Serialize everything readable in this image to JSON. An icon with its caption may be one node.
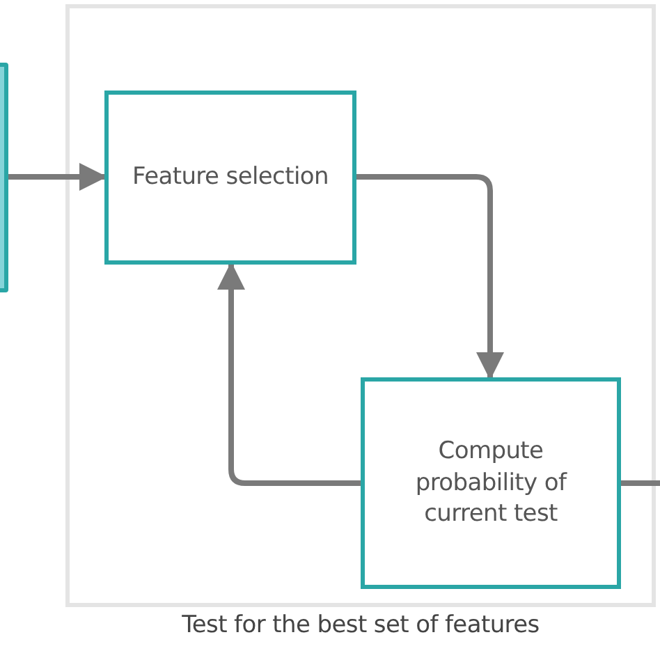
{
  "diagram": {
    "nodes": [
      {
        "text": [
          "Test for the best set of features"
        ]
      },
      {
        "text": [],
        "shape": "box"
      },
      {
        "text": [
          "Feature selection"
        ],
        "in": 0
      },
      {
        "text": [
          "Compute probability of current test"
        ],
        "in": 0
      }
    ],
    "edges": [
      {
        "from": 1,
        "to": 2,
        "arrow": "to"
      },
      {
        "from": 2,
        "to": 3,
        "arrow": "to"
      },
      {
        "from": 3,
        "to": 2,
        "arrow": "to"
      },
      {
        "from": 3,
        "to": null,
        "arrow": "none"
      }
    ]
  }
}
